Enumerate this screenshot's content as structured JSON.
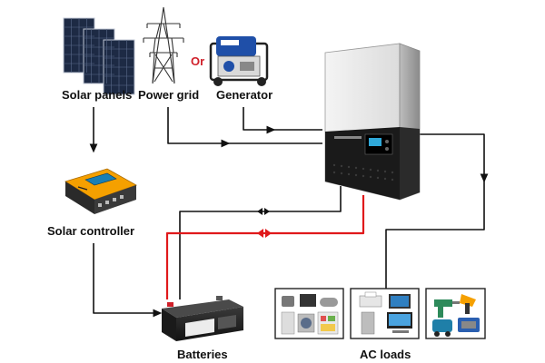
{
  "labels": {
    "solar_panels": "Solar panels",
    "power_grid": "Power grid",
    "or": "Or",
    "generator": "Generator",
    "solar_controller": "Solar controller",
    "batteries": "Batteries",
    "ac_loads": "AC loads"
  },
  "colors": {
    "dc_line": "#111111",
    "battery_charge_line": "#e0191b",
    "controller_accent": "#f5a000",
    "generator_accent": "#1f4fa8",
    "or_text": "#d0202a"
  },
  "icons": [
    "solar-panel-icon",
    "transmission-tower-icon",
    "generator-icon",
    "inverter-icon",
    "solar-controller-icon",
    "battery-icon",
    "home-appliances-icon",
    "office-equipment-icon",
    "power-tools-icon"
  ]
}
